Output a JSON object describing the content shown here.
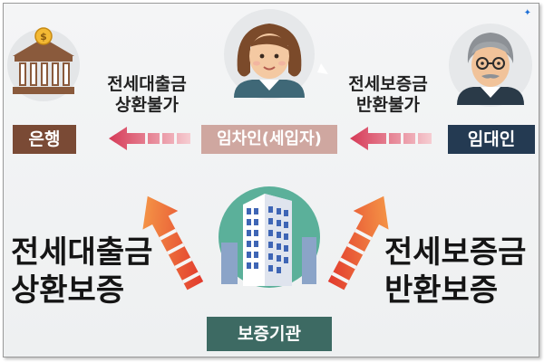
{
  "nodes": {
    "bank": {
      "label": "은행"
    },
    "tenant": {
      "label": "임차인(세입자)"
    },
    "landlord": {
      "label": "임대인"
    },
    "guarantor": {
      "label": "보증기관"
    }
  },
  "texts": {
    "loan_repay_unable": "전세대출금\n상환불가",
    "deposit_return_unable": "전세보증금\n반환불가",
    "loan_repay_guarantee": "전세대출금\n상환보증",
    "deposit_return_guarantee": "전세보증금\n반환보증"
  },
  "colors": {
    "bank_label": "#7a4a35",
    "tenant_label": "#cfa7a0",
    "landlord_label": "#243a52",
    "guarantor_label": "#3d6a63",
    "arrow_pink": "#d8405c",
    "arrow_orange": "#f07c2c"
  },
  "corner_mark": "✦"
}
